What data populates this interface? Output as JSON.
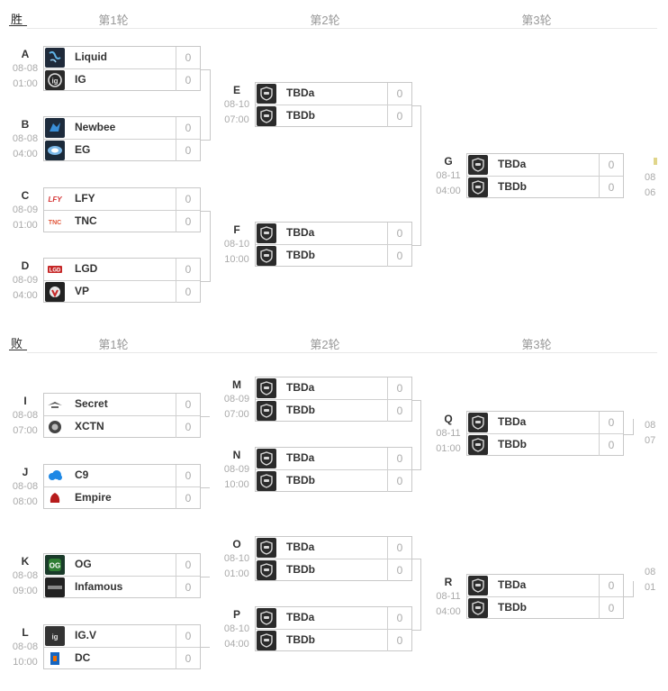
{
  "sections": {
    "winners": {
      "label": "胜",
      "rounds": [
        "第1轮",
        "第2轮",
        "第3轮"
      ]
    },
    "losers": {
      "label": "败",
      "rounds": [
        "第1轮",
        "第2轮",
        "第3轮"
      ]
    }
  },
  "matches": {
    "A": {
      "id": "A",
      "date": "08-08",
      "time": "01:00",
      "teams": [
        {
          "name": "Liquid",
          "score": "0",
          "logo": "liquid-logo"
        },
        {
          "name": "IG",
          "score": "0",
          "logo": "ig-logo"
        }
      ]
    },
    "B": {
      "id": "B",
      "date": "08-08",
      "time": "04:00",
      "teams": [
        {
          "name": "Newbee",
          "score": "0",
          "logo": "newbee-logo"
        },
        {
          "name": "EG",
          "score": "0",
          "logo": "eg-logo"
        }
      ]
    },
    "C": {
      "id": "C",
      "date": "08-09",
      "time": "01:00",
      "teams": [
        {
          "name": "LFY",
          "score": "0",
          "logo": "lfy-logo"
        },
        {
          "name": "TNC",
          "score": "0",
          "logo": "tnc-logo"
        }
      ]
    },
    "D": {
      "id": "D",
      "date": "08-09",
      "time": "04:00",
      "teams": [
        {
          "name": "LGD",
          "score": "0",
          "logo": "lgd-logo"
        },
        {
          "name": "VP",
          "score": "0",
          "logo": "vp-logo"
        }
      ]
    },
    "E": {
      "id": "E",
      "date": "08-10",
      "time": "07:00",
      "teams": [
        {
          "name": "TBDa",
          "score": "0",
          "logo": "tbd-shield-icon"
        },
        {
          "name": "TBDb",
          "score": "0",
          "logo": "tbd-shield-icon"
        }
      ]
    },
    "F": {
      "id": "F",
      "date": "08-10",
      "time": "10:00",
      "teams": [
        {
          "name": "TBDa",
          "score": "0",
          "logo": "tbd-shield-icon"
        },
        {
          "name": "TBDb",
          "score": "0",
          "logo": "tbd-shield-icon"
        }
      ]
    },
    "G": {
      "id": "G",
      "date": "08-11",
      "time": "04:00",
      "teams": [
        {
          "name": "TBDa",
          "score": "0",
          "logo": "tbd-shield-icon"
        },
        {
          "name": "TBDb",
          "score": "0",
          "logo": "tbd-shield-icon"
        }
      ]
    },
    "I": {
      "id": "I",
      "date": "08-08",
      "time": "07:00",
      "teams": [
        {
          "name": "Secret",
          "score": "0",
          "logo": "secret-logo"
        },
        {
          "name": "XCTN",
          "score": "0",
          "logo": "xctn-logo"
        }
      ]
    },
    "J": {
      "id": "J",
      "date": "08-08",
      "time": "08:00",
      "teams": [
        {
          "name": "C9",
          "score": "0",
          "logo": "c9-logo"
        },
        {
          "name": "Empire",
          "score": "0",
          "logo": "empire-logo"
        }
      ]
    },
    "K": {
      "id": "K",
      "date": "08-08",
      "time": "09:00",
      "teams": [
        {
          "name": "OG",
          "score": "0",
          "logo": "og-logo"
        },
        {
          "name": "Infamous",
          "score": "0",
          "logo": "infamous-logo"
        }
      ]
    },
    "L": {
      "id": "L",
      "date": "08-08",
      "time": "10:00",
      "teams": [
        {
          "name": "IG.V",
          "score": "0",
          "logo": "igv-logo"
        },
        {
          "name": "DC",
          "score": "0",
          "logo": "dc-logo"
        }
      ]
    },
    "M": {
      "id": "M",
      "date": "08-09",
      "time": "07:00",
      "teams": [
        {
          "name": "TBDa",
          "score": "0",
          "logo": "tbd-shield-icon"
        },
        {
          "name": "TBDb",
          "score": "0",
          "logo": "tbd-shield-icon"
        }
      ]
    },
    "N": {
      "id": "N",
      "date": "08-09",
      "time": "10:00",
      "teams": [
        {
          "name": "TBDa",
          "score": "0",
          "logo": "tbd-shield-icon"
        },
        {
          "name": "TBDb",
          "score": "0",
          "logo": "tbd-shield-icon"
        }
      ]
    },
    "O": {
      "id": "O",
      "date": "08-10",
      "time": "01:00",
      "teams": [
        {
          "name": "TBDa",
          "score": "0",
          "logo": "tbd-shield-icon"
        },
        {
          "name": "TBDb",
          "score": "0",
          "logo": "tbd-shield-icon"
        }
      ]
    },
    "P": {
      "id": "P",
      "date": "08-10",
      "time": "04:00",
      "teams": [
        {
          "name": "TBDa",
          "score": "0",
          "logo": "tbd-shield-icon"
        },
        {
          "name": "TBDb",
          "score": "0",
          "logo": "tbd-shield-icon"
        }
      ]
    },
    "Q": {
      "id": "Q",
      "date": "08-11",
      "time": "01:00",
      "teams": [
        {
          "name": "TBDa",
          "score": "0",
          "logo": "tbd-shield-icon"
        },
        {
          "name": "TBDb",
          "score": "0",
          "logo": "tbd-shield-icon"
        }
      ]
    },
    "R": {
      "id": "R",
      "date": "08-11",
      "time": "04:00",
      "teams": [
        {
          "name": "TBDa",
          "score": "0",
          "logo": "tbd-shield-icon"
        },
        {
          "name": "TBDb",
          "score": "0",
          "logo": "tbd-shield-icon"
        }
      ]
    }
  },
  "cutoff": {
    "winners_next": {
      "date": "08",
      "time": "06"
    },
    "losers_q_next": {
      "date": "08",
      "time": "07"
    },
    "losers_r_next": {
      "date": "08",
      "time": "01"
    }
  },
  "colors": {
    "tbd_logo_bg": "#2b2b2b",
    "border": "#c8c8c8",
    "muted_text": "#aaaaaa"
  }
}
